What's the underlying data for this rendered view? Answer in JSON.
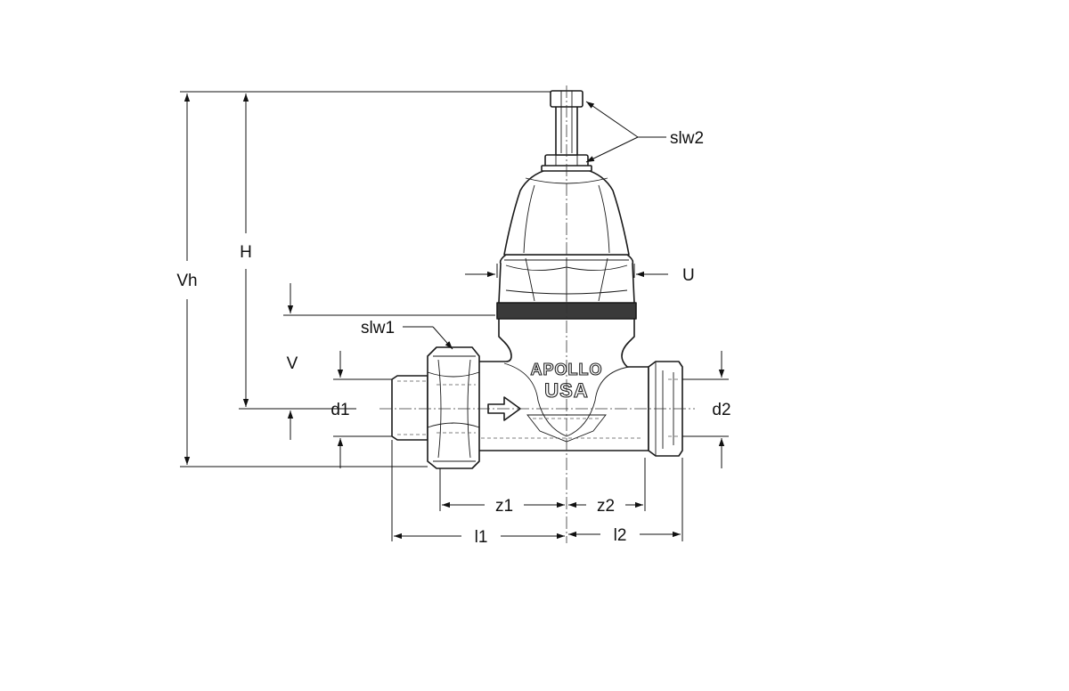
{
  "drawing": {
    "labels": {
      "slw2": "slw2",
      "H": "H",
      "Vh": "Vh",
      "U": "U",
      "slw1": "slw1",
      "V": "V",
      "d1": "d1",
      "d2": "d2",
      "z1": "z1",
      "z2": "z2",
      "l1": "l1",
      "l2": "l2"
    },
    "brand": {
      "line1": "APOLLO",
      "line2": "USA"
    }
  }
}
